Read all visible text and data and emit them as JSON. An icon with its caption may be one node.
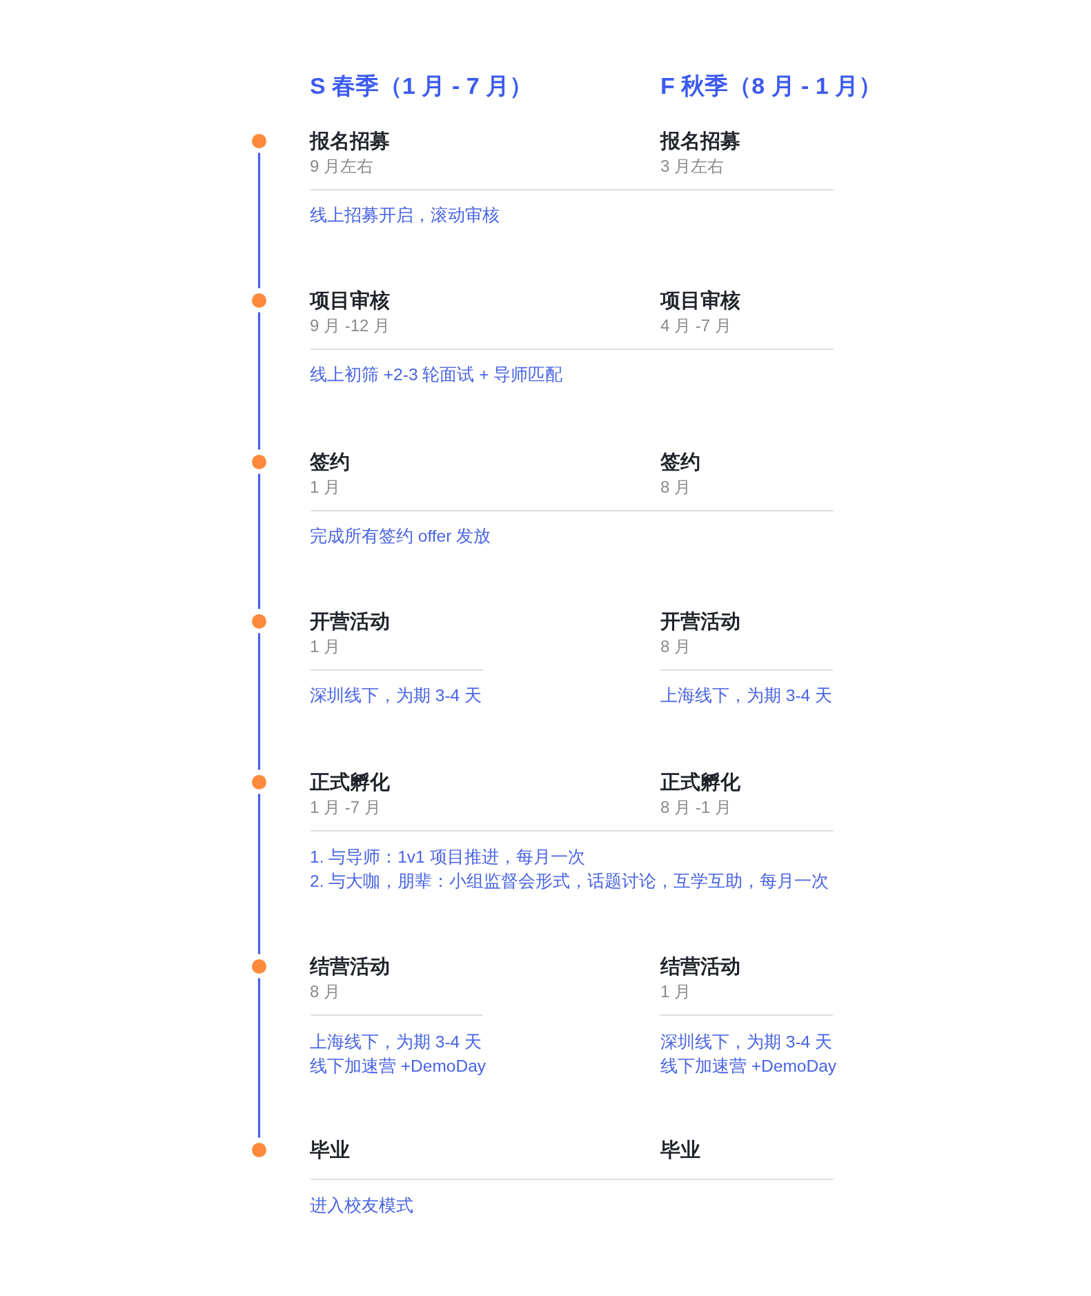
{
  "diagram": {
    "nodes": [
      {
        "text": [],
        "shape": "circle"
      },
      {
        "text": [],
        "shape": "circle"
      },
      {
        "text": [],
        "shape": "circle"
      },
      {
        "text": [],
        "shape": "circle"
      },
      {
        "text": [],
        "shape": "circle"
      },
      {
        "text": [],
        "shape": "circle"
      },
      {
        "text": [],
        "shape": "circle"
      }
    ],
    "edges": [
      {
        "from": 0,
        "to": 1,
        "arrow": "none"
      },
      {
        "from": 1,
        "to": 2,
        "arrow": "none"
      },
      {
        "from": 2,
        "to": 3,
        "arrow": "none"
      },
      {
        "from": 3,
        "to": 4,
        "arrow": "none"
      },
      {
        "from": 4,
        "to": 5,
        "arrow": "none"
      },
      {
        "from": 5,
        "to": 6,
        "arrow": "none"
      }
    ],
    "labels": [
      "S 春季（1 月 - 7 月）",
      "F 秋季（8 月 - 1 月）",
      "报名招募",
      "报名招募",
      "9 月左右",
      "3 月左右",
      "线上招募开启，滚动审核",
      "项目审核",
      "项目审核",
      "9 月 -12 月",
      "4 月 -7 月",
      "线上初筛 +2-3 轮面试 + 导师匹配",
      "签约",
      "签约",
      "1 月",
      "8 月",
      "完成所有签约 offer 发放",
      "开营活动",
      "开营活动",
      "1 月",
      "8 月",
      "深圳线下，为期 3-4 天",
      "上海线下，为期 3-4 天",
      "正式孵化",
      "正式孵化",
      "1 月 -7 月",
      "8 月 -1 月",
      "1. 与导师：1v1 项目推进，每月一次",
      "2. 与大咖，朋辈：小组监督会形式，话题讨论，互学互助，每月一次",
      "结营活动",
      "结营活动",
      "8 月",
      "1 月",
      "上海线下，为期 3-4 天",
      "深圳线下，为期 3-4 天",
      "线下加速营 +DemoDay",
      "线下加速营 +DemoDay",
      "毕业",
      "毕业",
      "进入校友模式"
    ]
  }
}
